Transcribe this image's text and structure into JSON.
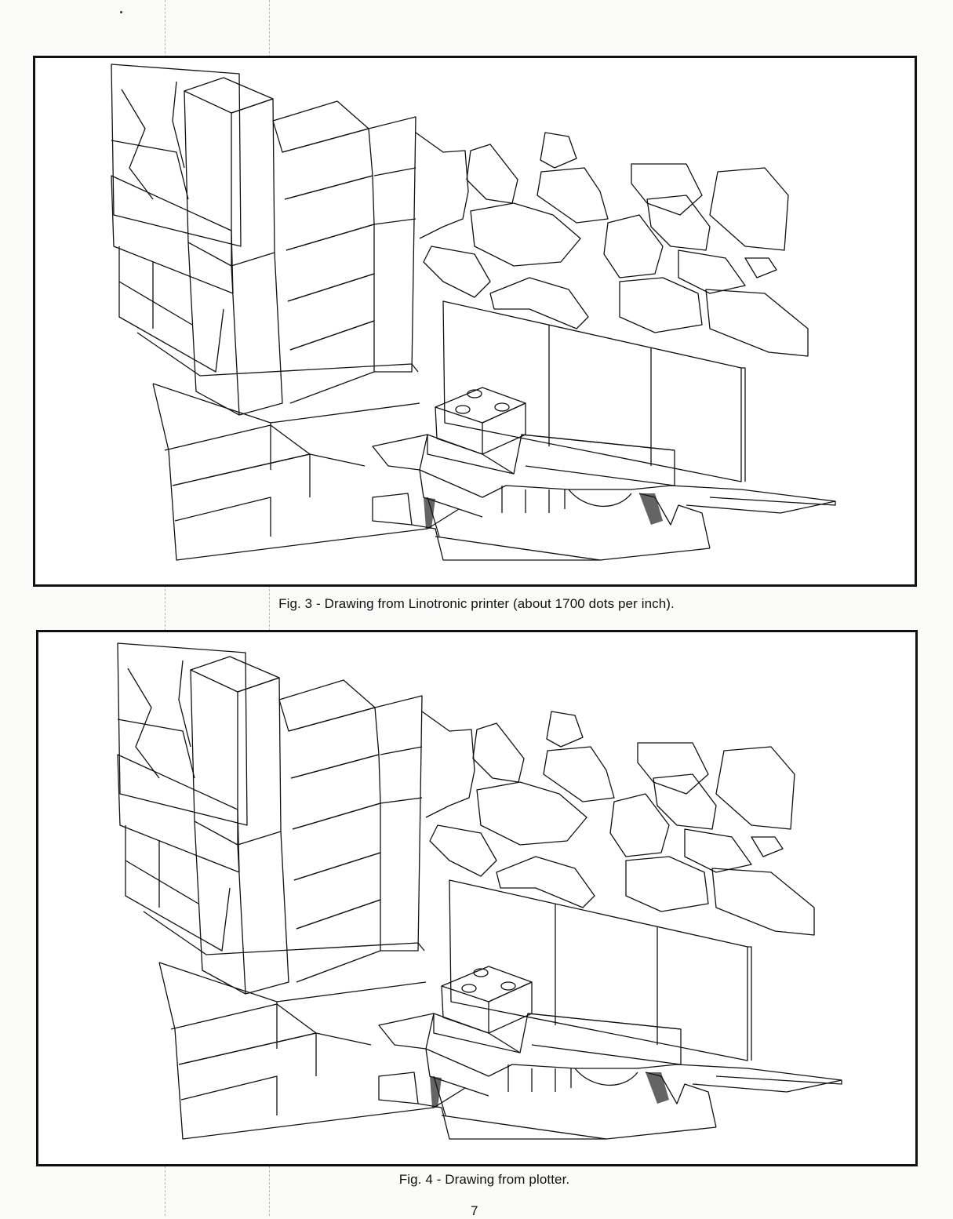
{
  "figures": [
    {
      "id": "fig3",
      "caption": "Fig. 3 - Drawing from Linotronic printer (about 1700 dots per inch)."
    },
    {
      "id": "fig4",
      "caption": "Fig. 4 - Drawing from plotter."
    }
  ],
  "page_number": "7"
}
